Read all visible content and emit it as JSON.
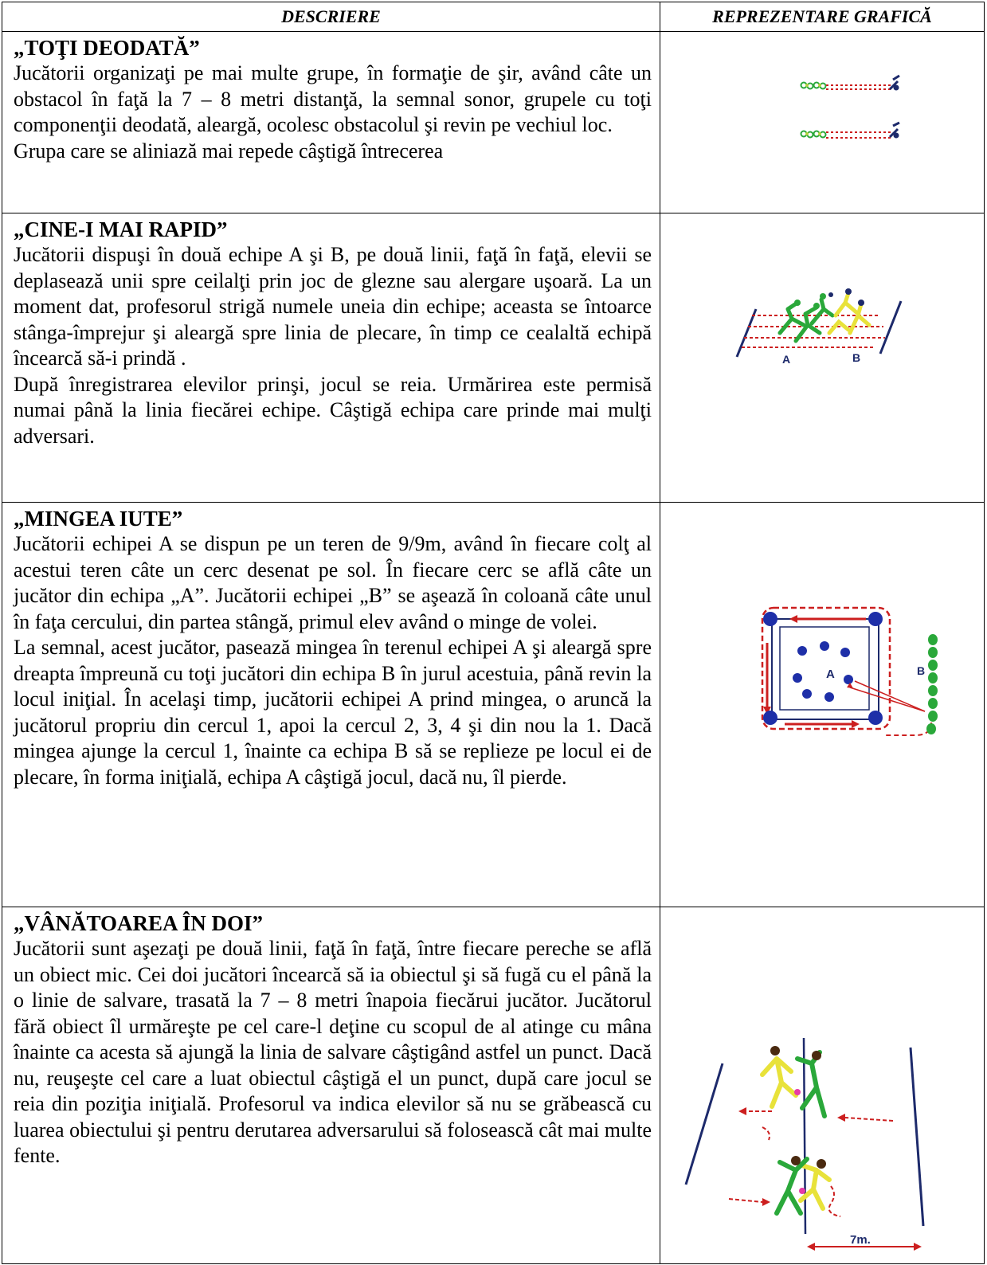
{
  "headers": {
    "description": "DESCRIERE",
    "graphic": "REPREZENTARE GRAFICĂ"
  },
  "games": [
    {
      "title": "„TOŢI DEODATĂ”",
      "paragraphs": [
        "Jucătorii organizaţi pe mai multe grupe, în formaţie de şir, având câte un obstacol în faţă la 7 – 8 metri distanţă, la semnal sonor, grupele cu toţi componenţii deodată, aleargă, ocolesc obstacolul şi revin pe vechiul loc.",
        "Grupa care se aliniază mai repede câştigă întrecerea"
      ]
    },
    {
      "title": "„CINE-I MAI RAPID”",
      "paragraphs": [
        "Jucătorii dispuşi în două echipe A şi B, pe două linii, faţă în faţă, elevii se deplasează unii spre ceilalţi prin joc de glezne sau alergare uşoară. La un moment dat, profesorul strigă numele uneia din echipe; aceasta se întoarce stânga-împrejur şi aleargă spre linia de plecare, în timp ce cealaltă echipă încearcă să-i prindă .",
        "După înregistrarea elevilor prinşi, jocul se reia. Urmărirea este permisă numai până la linia fiecărei echipe. Câştigă echipa care prinde mai mulţi adversari."
      ],
      "diagram_labels": {
        "team_a": "A",
        "team_b": "B"
      }
    },
    {
      "title": "„MINGEA IUTE”",
      "paragraphs": [
        "Jucătorii echipei A se dispun pe un teren de 9/9m, având în fiecare colţ al acestui teren câte un cerc desenat pe sol. În fiecare cerc se află câte un jucător din echipa „A”. Jucătorii echipei „B” se aşează în coloană câte unul în faţa cercului, din partea stângă, primul elev având o minge de volei.",
        "La semnal, acest jucător, pasează mingea în terenul echipei A şi aleargă spre dreapta împreună cu toţi jucători din echipa B în jurul acestuia, până revin la locul iniţial. În acelaşi timp, jucătorii echipei A prind mingea, o aruncă la jucătorul propriu din cercul 1, apoi la cercul 2, 3, 4 şi din nou la 1. Dacă mingea ajunge la cercul 1, înainte ca echipa B să se replieze pe locul ei de plecare, în forma iniţială, echipa A câştigă jocul, dacă nu, îl pierde."
      ],
      "diagram_labels": {
        "team_a": "A",
        "team_b": "B"
      }
    },
    {
      "title": "„VÂNĂTOAREA ÎN DOI”",
      "paragraphs": [
        "Jucătorii sunt aşezaţi pe două linii, faţă în faţă, între fiecare pereche se află un obiect mic. Cei doi jucători încearcă să ia obiectul şi să fugă cu el până la o linie de salvare, trasată la 7 – 8 metri înapoia fiecărui jucător. Jucătorul fără obiect îl urmăreşte pe cel care-l deţine cu scopul de al atinge cu mâna înainte ca acesta să ajungă la linia de salvare câştigând astfel un punct. Dacă nu, reuşeşte cel care a luat obiectul câştigă el un punct, după care jocul se reia din poziţia iniţială. Profesorul va indica elevilor să nu se grăbească cu luarea obiectului şi pentru derutarea adversarului să folosească cât mai multe fente."
      ],
      "diagram_labels": {
        "distance": "7m."
      }
    }
  ],
  "colors": {
    "red": "#cc1f1f",
    "green": "#2aa83a",
    "yellow": "#e8e23a",
    "navy": "#1d2a6b",
    "blue": "#1e2fa8"
  }
}
